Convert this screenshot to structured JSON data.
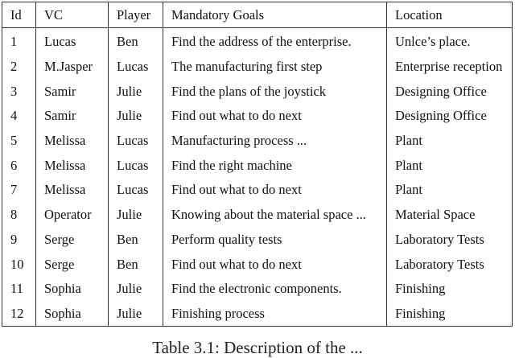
{
  "table": {
    "headers": [
      "Id",
      "VC",
      "Player",
      "Mandatory Goals",
      "Location"
    ],
    "rows": [
      [
        "1",
        "Lucas",
        "Ben",
        "Find the address of the enterprise.",
        "Unlce’s place."
      ],
      [
        "2",
        "M.Jasper",
        "Lucas",
        "The manufacturing first step",
        "Enterprise reception"
      ],
      [
        "3",
        "Samir",
        "Julie",
        "Find the plans of the joystick",
        "Designing Office"
      ],
      [
        "4",
        "Samir",
        "Julie",
        "Find out what to do next",
        "Designing Office"
      ],
      [
        "5",
        "Melissa",
        "Lucas",
        "Manufacturing process ...",
        "Plant"
      ],
      [
        "6",
        "Melissa",
        "Lucas",
        "Find the right machine",
        "Plant"
      ],
      [
        "7",
        "Melissa",
        "Lucas",
        "Find out what to do next",
        "Plant"
      ],
      [
        "8",
        "Operator",
        "Julie",
        "Knowing about the material space ...",
        "Material Space"
      ],
      [
        "9",
        "Serge",
        "Ben",
        "Perform quality tests",
        "Laboratory Tests"
      ],
      [
        "10",
        "Serge",
        "Ben",
        "Find out what to do next",
        "Laboratory Tests"
      ],
      [
        "11",
        "Sophia",
        "Julie",
        "Find the electronic components.",
        "Finishing"
      ],
      [
        "12",
        "Sophia",
        "Julie",
        "Finishing process",
        "Finishing"
      ]
    ]
  },
  "caption": "Table 3.1: Description of the ..."
}
